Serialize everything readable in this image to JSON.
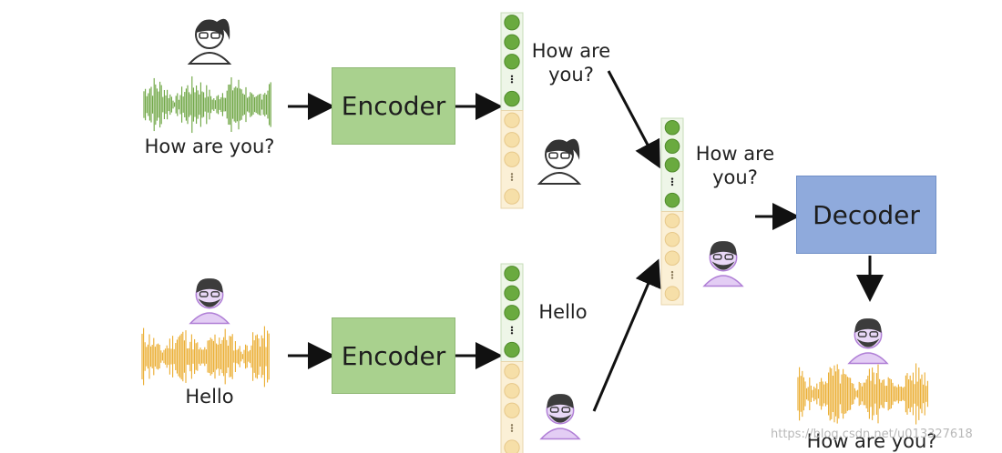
{
  "encoder_top": {
    "label": "Encoder"
  },
  "encoder_bottom": {
    "label": "Encoder"
  },
  "decoder": {
    "label": "Decoder"
  },
  "inputs": {
    "top_caption": "How are you?",
    "bottom_caption": "Hello"
  },
  "vector_labels": {
    "top_content": "How are\nyou?",
    "bottom_content": "Hello",
    "combined_content": "How are\nyou?"
  },
  "output": {
    "caption": "How are you?"
  },
  "watermark": "https://blog.csdn.net/u013327618",
  "colors": {
    "encoder": "#a9d18e",
    "decoder": "#8faadc",
    "content_dot": "#6aaa3f",
    "speaker_cell": "#f8e3b4",
    "wave_top": "#5a9a2a",
    "wave_bottom": "#e8a317",
    "avatar_female": "#333333",
    "avatar_male": "#b07fd6"
  },
  "icons": [
    "female-avatar-icon",
    "male-avatar-icon"
  ]
}
